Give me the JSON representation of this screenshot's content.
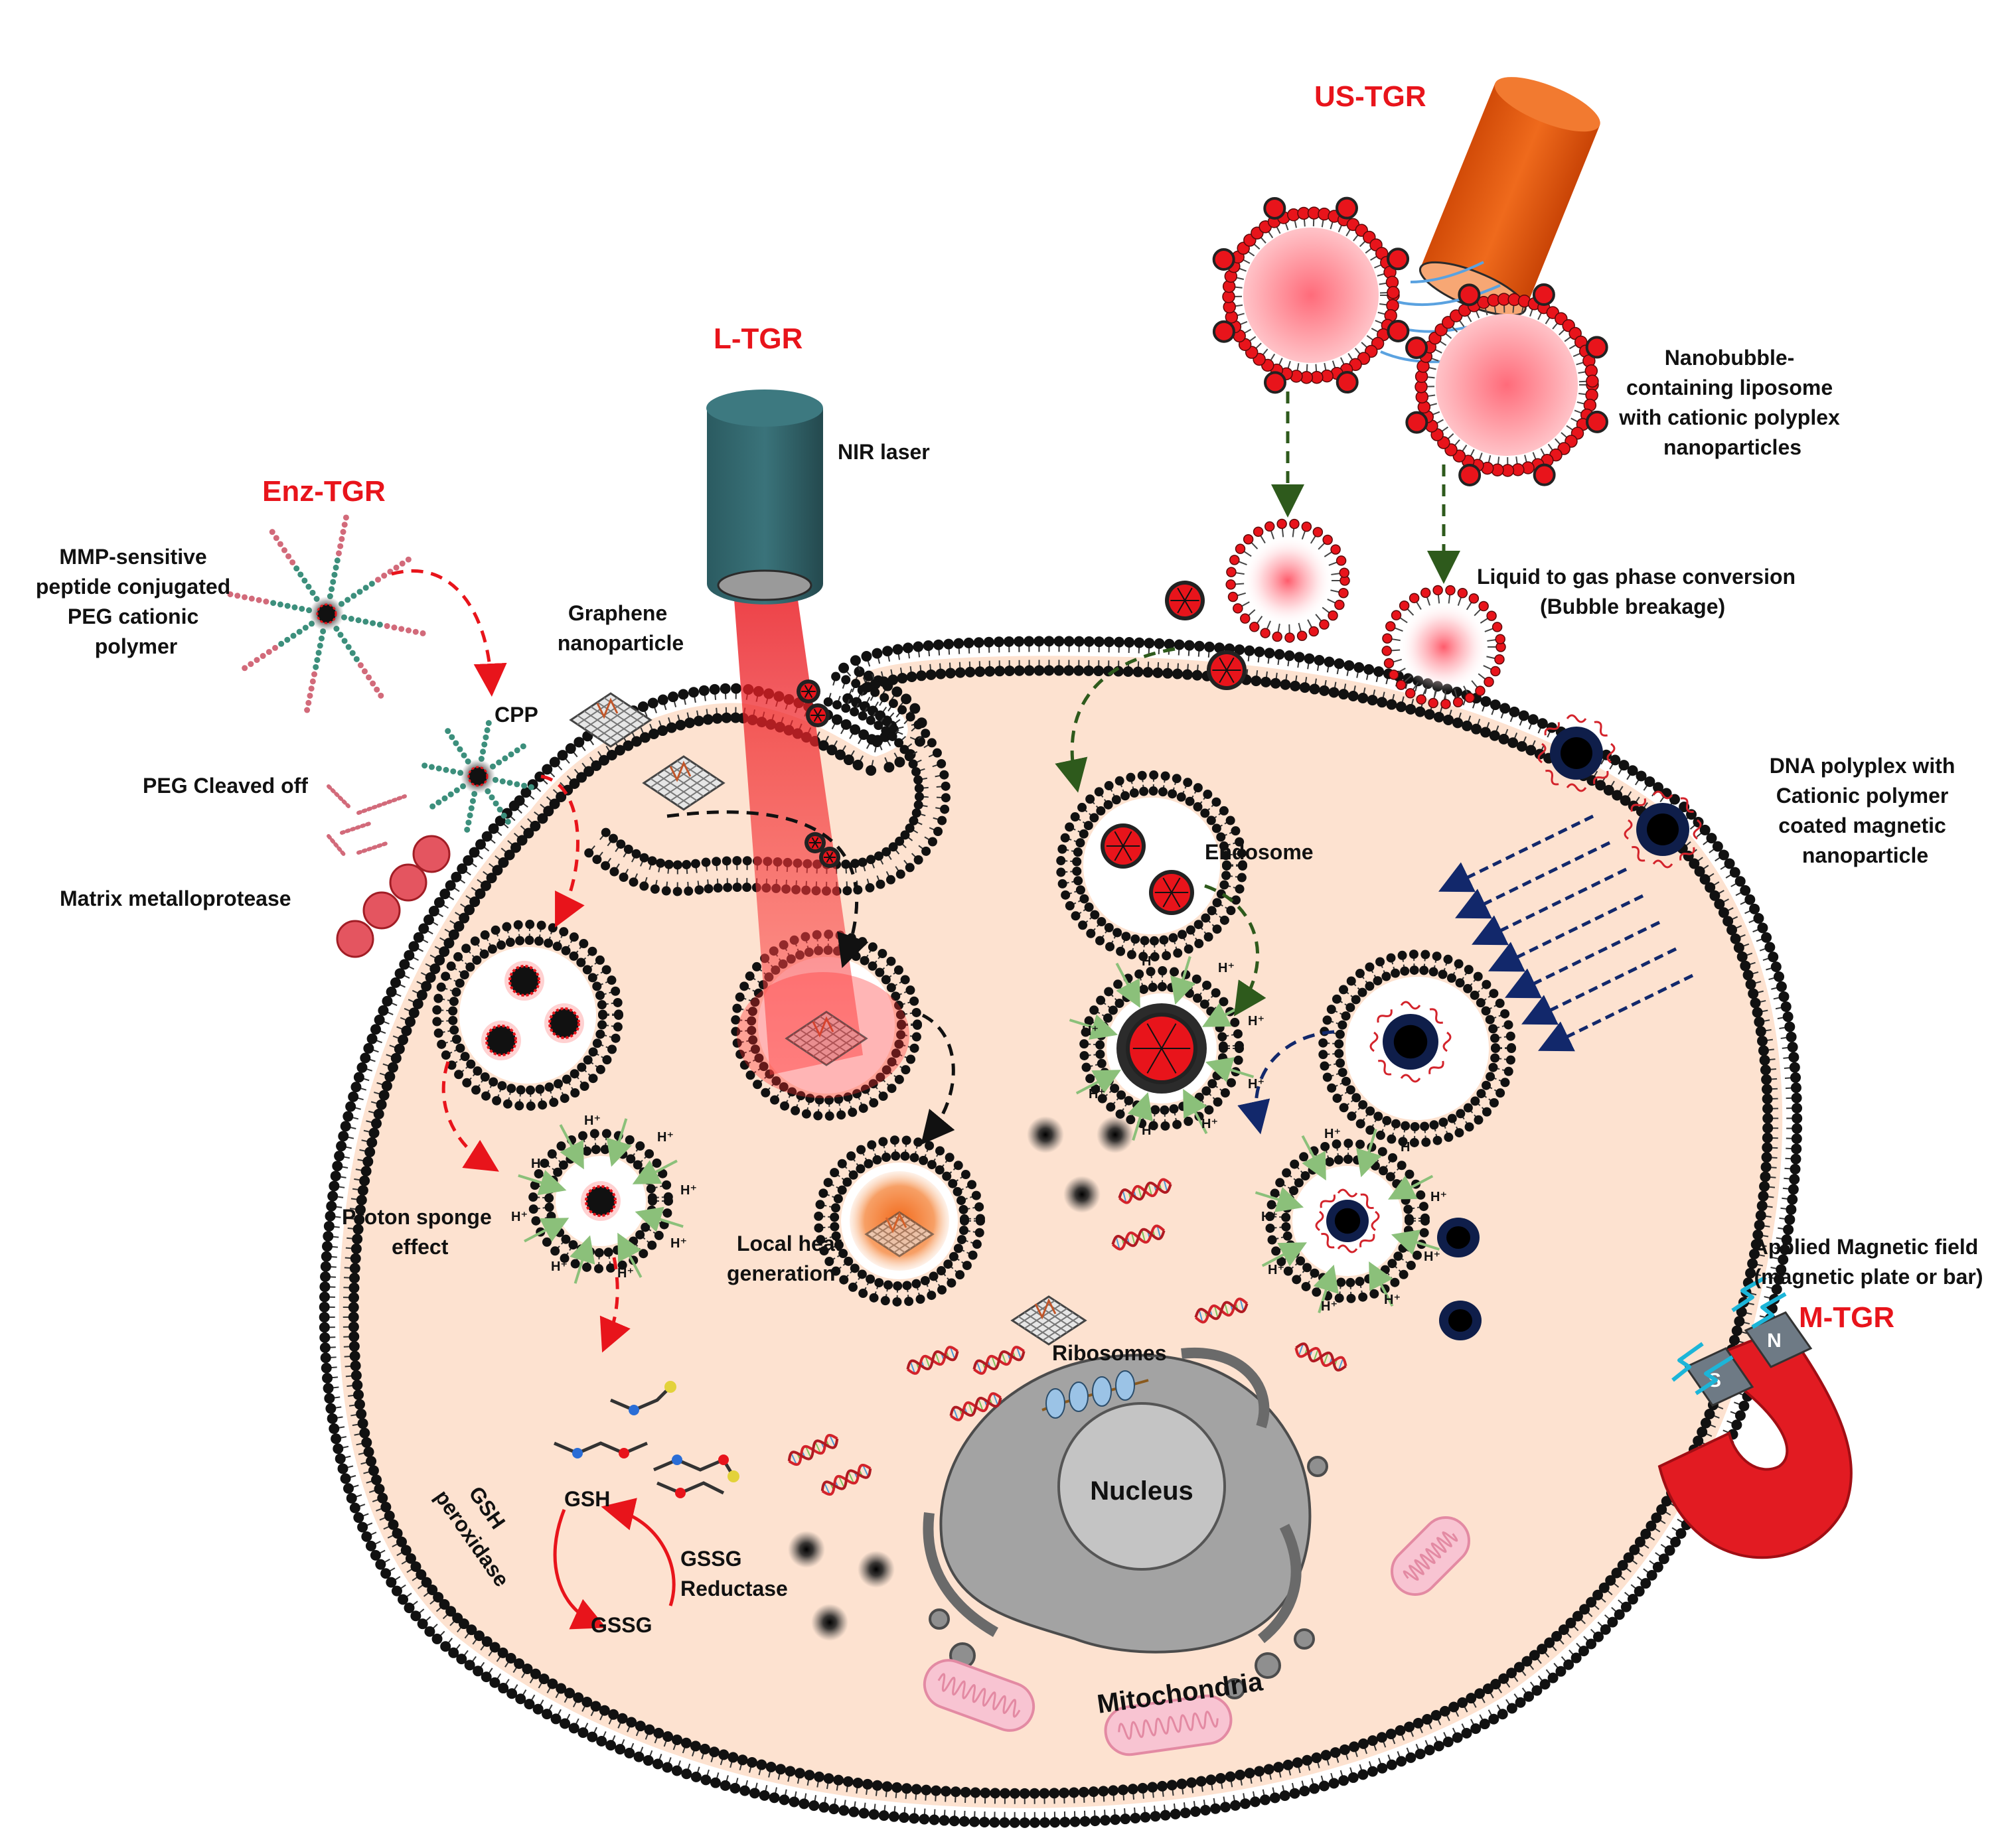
{
  "titles": {
    "us": "US-TGR",
    "l": "L-TGR",
    "enz": "Enz-TGR",
    "m": "M-TGR"
  },
  "labels": {
    "nanobubble": [
      "Nanobubble-",
      "containing liposome",
      "with cationic polyplex",
      "nanoparticles"
    ],
    "liquid_gas": [
      "Liquid to gas phase conversion",
      "(Bubble breakage)"
    ],
    "nir": "NIR laser",
    "graphene": [
      "Graphene",
      "nanoparticle"
    ],
    "mmp_peptide": [
      "MMP-sensitive",
      "peptide conjugated",
      "PEG cationic",
      "polymer"
    ],
    "cpp": "CPP",
    "peg_cleaved": "PEG Cleaved off",
    "mmp_enzyme": "Matrix metalloprotease",
    "endosome": "Endosome",
    "dna_polyplex": [
      "DNA polyplex with",
      "Cationic polymer",
      "coated magnetic",
      "nanoparticle"
    ],
    "proton_sponge": [
      "Proton sponge",
      "effect"
    ],
    "local_heat": [
      "Local heat",
      "generation"
    ],
    "ribosomes": "Ribosomes",
    "nucleus": "Nucleus",
    "mitochondria": "Mitochondria",
    "gsh": "GSH",
    "gssg": "GSSG",
    "gsh_peroxidase": [
      "GSH",
      "peroxidase"
    ],
    "gssg_reductase": [
      "GSSG",
      "Reductase"
    ],
    "magnetic_field": [
      "Applied Magnetic field",
      "(magnetic plate or bar)"
    ],
    "hplus": "H⁺",
    "magnet_s": "S",
    "magnet_n": "N"
  },
  "colors": {
    "title_red": "#e8141b",
    "cytoplasm": "#fde2d0",
    "membrane_head": "#111111",
    "red_particle": "#e8141b",
    "laser": "#33656b",
    "ultrasound": "#e85c0f",
    "magnetic_np": "#0f1e4a",
    "arrow_green": "#2e5a1c",
    "arrow_blue": "#12286b",
    "mitochondria": "#f8c4d2",
    "nucleus": "#c4c4c4",
    "er": "#8f8f8f"
  }
}
